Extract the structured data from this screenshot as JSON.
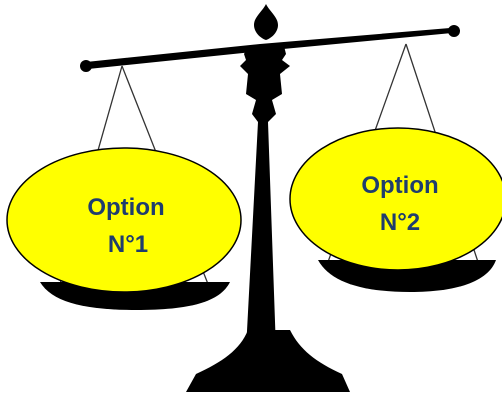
{
  "options": {
    "left": {
      "line1": "Option",
      "line2": "N°1"
    },
    "right": {
      "line1": "Option",
      "line2": "N°2"
    }
  },
  "colors": {
    "ellipse_fill": "#ffff00",
    "ellipse_stroke": "#000000",
    "label_text": "#1f3d6e",
    "scale_body": "#000000",
    "background": "#ffffff"
  }
}
